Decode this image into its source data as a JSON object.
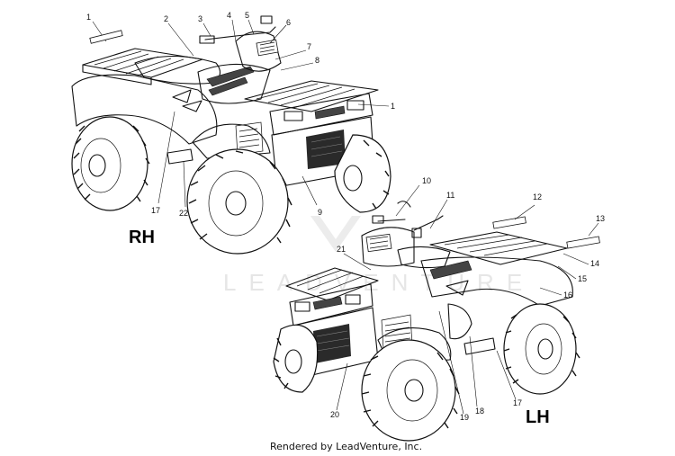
{
  "diagram": {
    "side_labels": {
      "rh": "RH",
      "lh": "LH"
    },
    "watermark": "LEADVENTURE",
    "credit": "Rendered by LeadVenture, Inc.",
    "callouts": {
      "rh": [
        "1",
        "2",
        "3",
        "4",
        "5",
        "6",
        "7",
        "8",
        "1",
        "9",
        "17",
        "22"
      ],
      "lh": [
        "10",
        "11",
        "12",
        "13",
        "14",
        "15",
        "16",
        "21",
        "20",
        "19",
        "18",
        "17"
      ]
    }
  }
}
